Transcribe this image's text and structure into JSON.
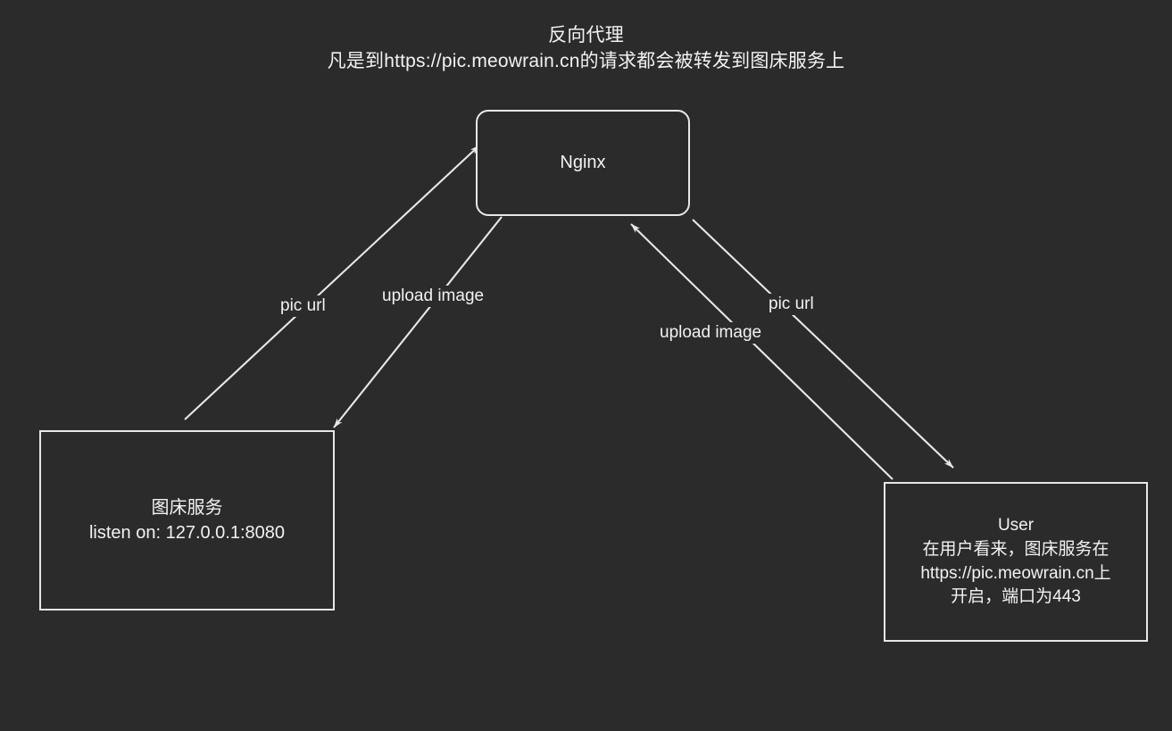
{
  "diagram": {
    "background_color": "#2b2b2b",
    "stroke_color": "#e8e8e8",
    "text_color": "#f2f2f2",
    "title": "反向代理",
    "subtitle": "凡是到https://pic.meowrain.cn的请求都会被转发到图床服务上"
  },
  "nodes": {
    "nginx": {
      "label": "Nginx",
      "shape": "rounded-rectangle"
    },
    "imagehost": {
      "line1": "图床服务",
      "line2": "listen on: 127.0.0.1:8080",
      "shape": "rectangle"
    },
    "user": {
      "line1": "User",
      "line2": "在用户看来，图床服务在",
      "line3": "https://pic.meowrain.cn上",
      "line4": "开启，端口为443",
      "shape": "rectangle"
    }
  },
  "edges": [
    {
      "id": "imagehost-to-nginx",
      "label": "pic url",
      "from": "imagehost",
      "to": "nginx",
      "arrowhead_at": "nginx"
    },
    {
      "id": "nginx-to-imagehost",
      "label": "upload image",
      "from": "nginx",
      "to": "imagehost",
      "arrowhead_at": "imagehost"
    },
    {
      "id": "nginx-to-user",
      "label": "pic url",
      "from": "nginx",
      "to": "user",
      "arrowhead_at": "user"
    },
    {
      "id": "user-to-nginx",
      "label": "upload image",
      "from": "user",
      "to": "nginx",
      "arrowhead_at": "nginx"
    }
  ]
}
